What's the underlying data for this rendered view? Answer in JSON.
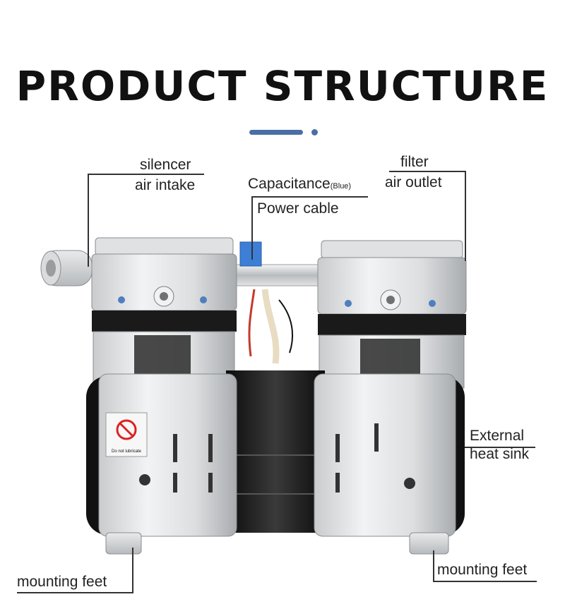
{
  "heading": {
    "title": "PRODUCT STRUCTURE"
  },
  "colors": {
    "accent": "#4a6fa5",
    "text": "#222222"
  },
  "labels": {
    "silencer": "silencer",
    "air_intake": "air intake",
    "capacitance": "Capacitance",
    "capacitance_note": "(Blue)",
    "power_cable": "Power cable",
    "filter": "filter",
    "air_outlet": "air outlet",
    "external": "External",
    "heat_sink": "heat sink",
    "mounting_feet_left": "mounting feet",
    "mounting_feet_right": "mounting feet"
  },
  "product": {
    "warning_label": "Do not lubricate"
  }
}
